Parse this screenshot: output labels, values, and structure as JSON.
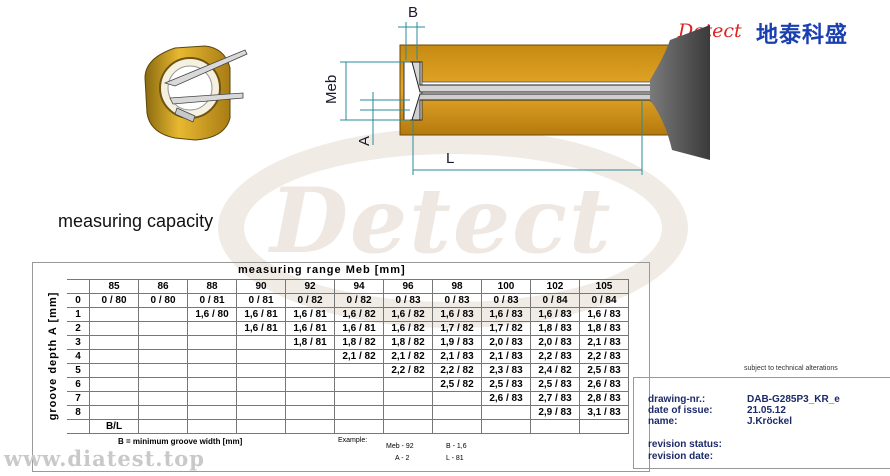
{
  "brand": {
    "name": "Detect",
    "name_cn": "地泰科盛",
    "website": "www.diatest.top"
  },
  "watermark": {
    "text": "Detect"
  },
  "caption": "measuring capacity",
  "dimensions": {
    "b": "B",
    "meb": "Meb",
    "a": "A",
    "l": "L"
  },
  "table": {
    "title": "measuring range  Meb  [mm]",
    "yaxis_label": "groove depth A [mm]",
    "columns": [
      "85",
      "86",
      "88",
      "90",
      "92",
      "94",
      "96",
      "98",
      "100",
      "102",
      "105"
    ],
    "rows": [
      {
        "label": "0",
        "cells": [
          "0 / 80",
          "0 / 80",
          "0 / 81",
          "0 / 81",
          "0 / 82",
          "0 / 82",
          "0 / 83",
          "0 / 83",
          "0 / 83",
          "0 / 84",
          "0 / 84"
        ]
      },
      {
        "label": "1",
        "cells": [
          "",
          "",
          "1,6 / 80",
          "1,6 / 81",
          "1,6 / 81",
          "1,6 / 82",
          "1,6 / 82",
          "1,6 / 83",
          "1,6 / 83",
          "1,6 / 83",
          "1,6 / 83"
        ]
      },
      {
        "label": "2",
        "cells": [
          "",
          "",
          "",
          "1,6 / 81",
          "1,6 / 81",
          "1,6 / 81",
          "1,6 / 82",
          "1,7 / 82",
          "1,7 / 82",
          "1,8 / 83",
          "1,8 / 83"
        ]
      },
      {
        "label": "3",
        "cells": [
          "",
          "",
          "",
          "",
          "1,8 / 81",
          "1,8 / 82",
          "1,8 / 82",
          "1,9 / 83",
          "2,0 / 83",
          "2,0 / 83",
          "2,1 / 83"
        ]
      },
      {
        "label": "4",
        "cells": [
          "",
          "",
          "",
          "",
          "",
          "2,1 / 82",
          "2,1 / 82",
          "2,1 / 83",
          "2,1 / 83",
          "2,2 / 83",
          "2,2 / 83"
        ]
      },
      {
        "label": "5",
        "cells": [
          "",
          "",
          "",
          "",
          "",
          "",
          "2,2 / 82",
          "2,2 / 82",
          "2,3 / 83",
          "2,4 / 82",
          "2,5 / 83"
        ]
      },
      {
        "label": "6",
        "cells": [
          "",
          "",
          "",
          "",
          "",
          "",
          "",
          "2,5 / 82",
          "2,5 / 83",
          "2,5 / 83",
          "2,6 / 83"
        ]
      },
      {
        "label": "7",
        "cells": [
          "",
          "",
          "",
          "",
          "",
          "",
          "",
          "",
          "2,6 / 83",
          "2,7 / 83",
          "2,8 / 83"
        ]
      },
      {
        "label": "8",
        "cells": [
          "",
          "",
          "",
          "",
          "",
          "",
          "",
          "",
          "",
          "2,9 / 83",
          "3,1 / 83"
        ]
      },
      {
        "label": "",
        "cells": [
          "B/L",
          "",
          "",
          "",
          "",
          "",
          "",
          "",
          "",
          "",
          ""
        ]
      }
    ],
    "legend": "B = minimum groove width [mm]",
    "example": {
      "label": "Example:",
      "meb": "Meb - 92",
      "b": "B - 1,6",
      "a": "A - 2",
      "l": "L - 81"
    }
  },
  "info": {
    "subject_note": "subject to technical alterations",
    "drawing_nr_label": "drawing-nr.:",
    "drawing_nr": "DAB-G285P3_KR_e",
    "date_label": "date of issue:",
    "date": "21.05.12",
    "name_label": "name:",
    "name": "J.Kröckel",
    "revision_status_label": "revision status:",
    "revision_date_label": "revision date:"
  }
}
